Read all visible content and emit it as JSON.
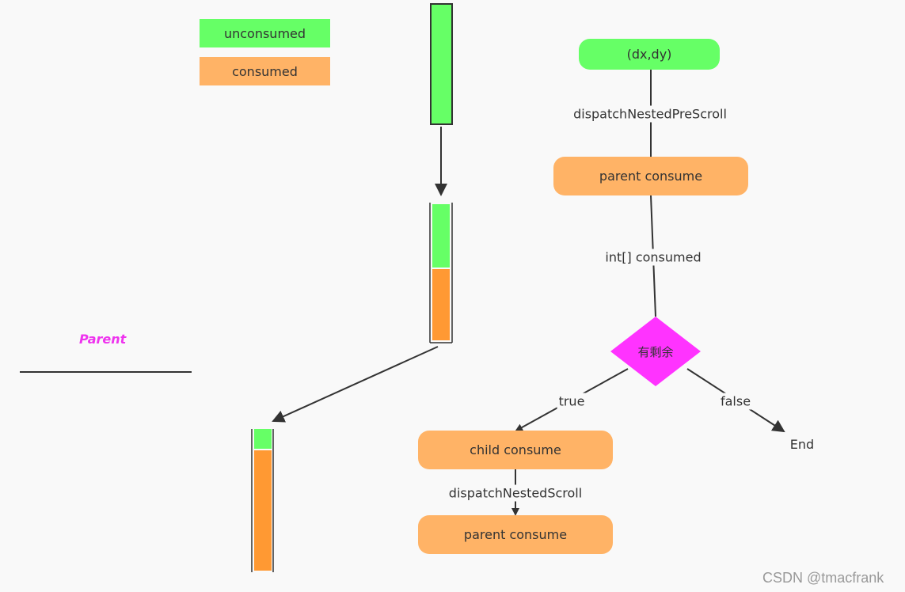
{
  "legend": {
    "unconsumed": "unconsumed",
    "consumed": "consumed"
  },
  "parent_label": "Parent",
  "flow": {
    "start": "(dx,dy)",
    "edge_pre_scroll": "dispatchNestedPreScroll",
    "parent_consume_1": "parent consume",
    "edge_consumed": "int[] consumed",
    "decision": "有剩余",
    "edge_true": "true",
    "edge_false": "false",
    "end": "End",
    "child_consume": "child consume",
    "edge_scroll": "dispatchNestedScroll",
    "parent_consume_2": "parent consume"
  },
  "watermark": "CSDN @tmacfrank",
  "colors": {
    "unconsumed": "#66ff66",
    "consumed": "#ff9933",
    "consumed_light": "#ffb366",
    "decision": "#ff33ff",
    "parent_label": "#ee33ee"
  }
}
